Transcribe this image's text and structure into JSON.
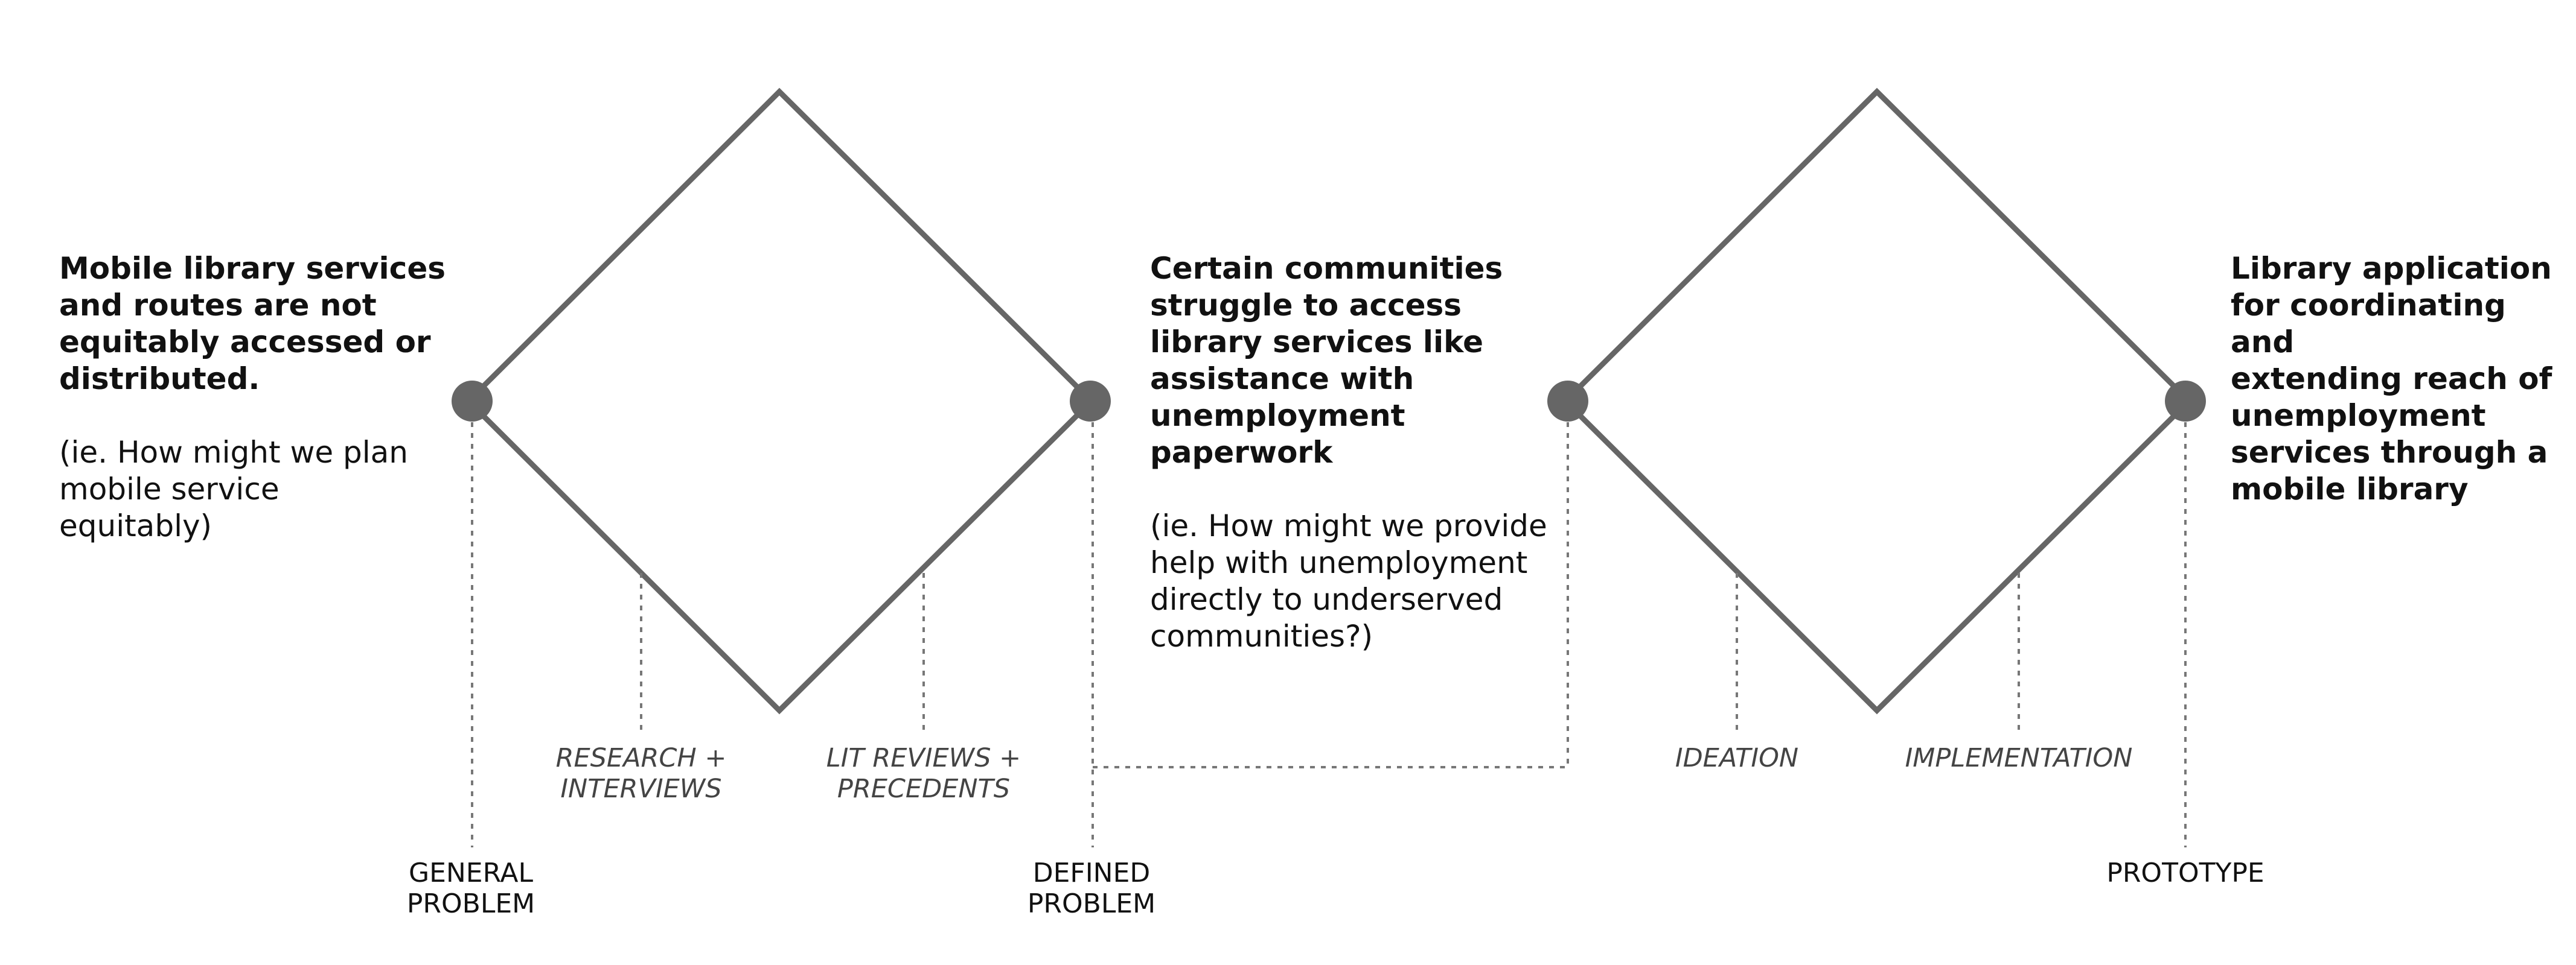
{
  "colors": {
    "stroke": "#666666",
    "node": "#666666",
    "dotted": "#777777",
    "text": "#111111",
    "italic_text": "#444444",
    "background": "#ffffff"
  },
  "blocks": {
    "general": {
      "title": "Mobile library services\nand routes are not\nequitably accessed or\ndistributed.",
      "sub": "(ie. How might we plan\nmobile service\nequitably)"
    },
    "defined": {
      "title": "Certain communities\nstruggle to access\nlibrary services like\nassistance with\nunemployment\npaperwork",
      "sub": "(ie. How might we provide\nhelp with unemployment\ndirectly to underserved\ncommunities?)"
    },
    "prototype": {
      "title": "Library application\nfor coordinating and\nextending reach of\nunemployment\nservices through a\nmobile library"
    }
  },
  "stages": {
    "general_problem": "GENERAL\nPROBLEM",
    "defined_problem": "DEFINED\nPROBLEM",
    "prototype": "PROTOTYPE"
  },
  "phases": {
    "research": "RESEARCH +\nINTERVIEWS",
    "lit_reviews": "LIT REVIEWS +\nPRECEDENTS",
    "ideation": "IDEATION",
    "implementation": "IMPLEMENTATION"
  }
}
